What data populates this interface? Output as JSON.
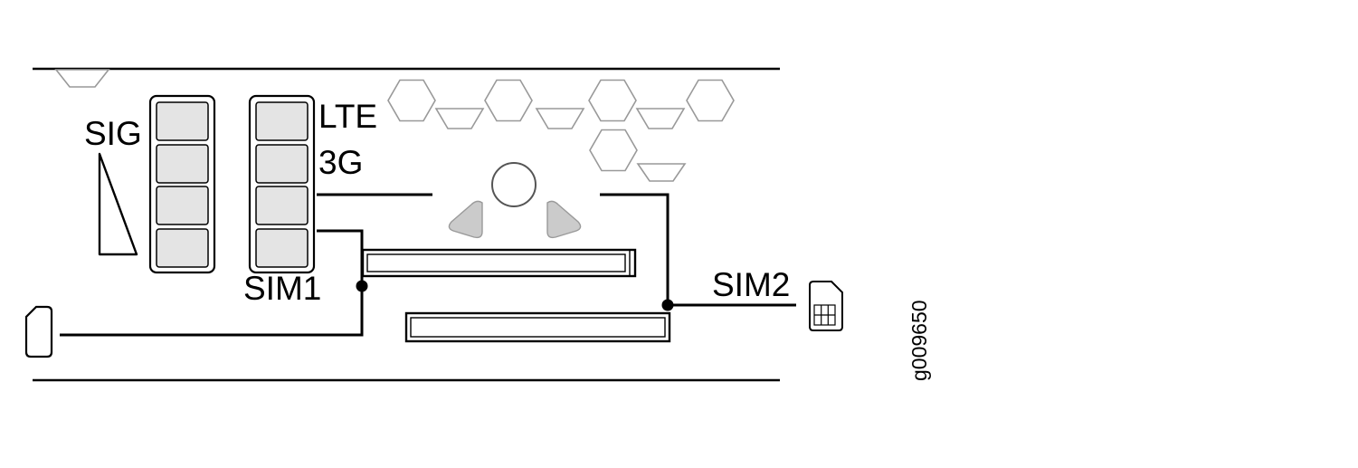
{
  "figure": {
    "type": "hardware-panel-diagram",
    "labels": {
      "sig": "SIG",
      "lte": "LTE",
      "g3": "3G",
      "sim1": "SIM1",
      "sim2": "SIM2"
    },
    "figure_id": "g009650",
    "led": {
      "columns": 2,
      "leds_per_column": 4
    },
    "colors": {
      "line": "#000000",
      "led_fill": "#e4e4e4",
      "vent_stroke": "#999999",
      "pad_fill": "#cbcbcb",
      "pad_stroke": "#9a9a9a",
      "circle_stroke": "#555555"
    }
  }
}
